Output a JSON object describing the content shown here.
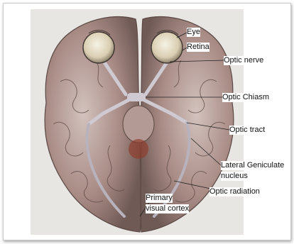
{
  "labels": {
    "eye": "Eye",
    "retina": "Retina",
    "optic_nerve": "Optic nerve",
    "optic_chiasm": "Optic Chiasm",
    "optic_tract": "Optic tract",
    "lgn_line1": "Lateral Geniculate",
    "lgn_line2": "nucleus",
    "optic_radiation": "Optic radiation",
    "cortex_line1": "Primary",
    "cortex_line2": "visual cortex"
  },
  "colors": {
    "brain": "#a88a84",
    "brain_light": "#c9b3ad",
    "brain_dark": "#7d6560",
    "pathway": "#c9c4cc",
    "eye": "#e3dcc8"
  }
}
